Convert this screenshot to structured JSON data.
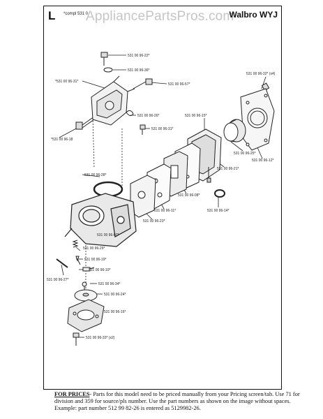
{
  "header": {
    "section_letter": "L",
    "compl_label": "*compl 531 0",
    "brand": "Walbro WYJ",
    "watermark": "AppliancePartsPros.com"
  },
  "part_labels": {
    "p22": "531 00 96-22*",
    "p36": "531 00 96-36*",
    "p31a": "*531 00 96-31*",
    "p57": "531 00 96-57*",
    "p26": "531 00 96-26*",
    "p31b": "531 00 96-31*",
    "p18": "*531 00 96-18",
    "p32": "531 00 96-32* (x4)",
    "p15": "531 00 96-15*",
    "p25": "531 00 96-25*",
    "p12": "531 00 96-12*",
    "p21": "531 00 96-21*",
    "p28": "531 00 96-28*",
    "p08": "531 00 96-08*",
    "p14": "531 00 96-14*",
    "p11": "531 00 96-11*",
    "p23": "531 00 96-23*",
    "p07": "531 00 96-07*",
    "p29": "531 00 96-29*",
    "p19": "531 00 96-19*",
    "p10": "531 00 96-10*",
    "p27": "531 00 96-27*",
    "p34": "531 00 96-34*",
    "p24": "531 00 96-24*",
    "p16": "531 00 96-16*",
    "p33": "531 00 96-33* (x2)"
  },
  "footer": {
    "heading": "FOR PRICES",
    "text": "- Parts for this model need to be priced manually from your Pricing screen/tab. Use 71 for division and 359 for source/pls number.  Use the part numbers as shown on the image without spaces.  Example: part number 512 99 82-26 is entered as 5129982-26."
  }
}
